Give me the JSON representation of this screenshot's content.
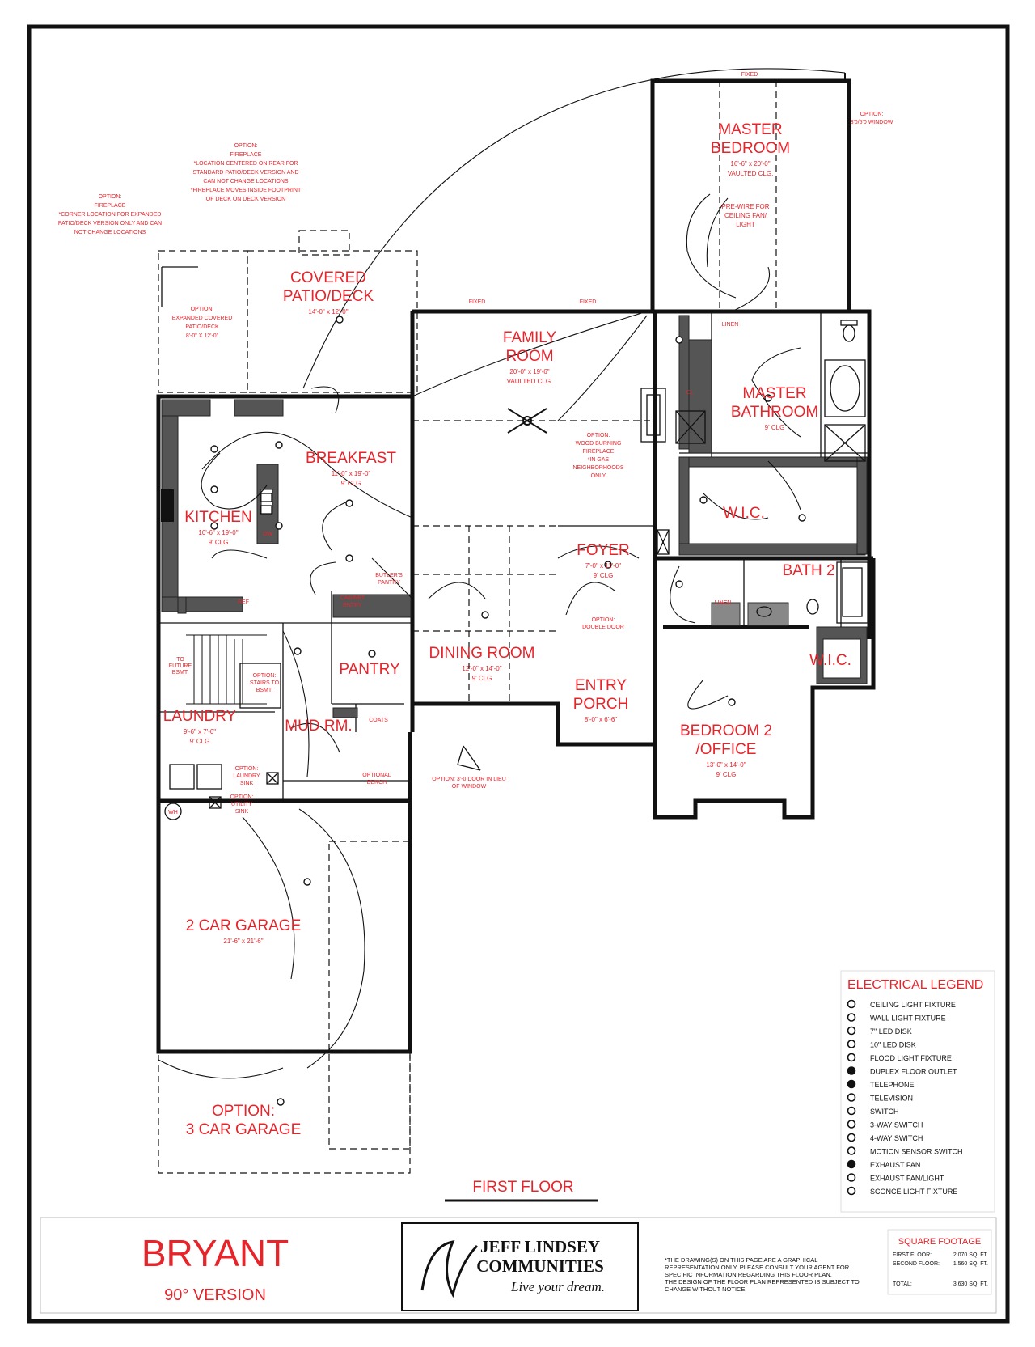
{
  "rooms": {
    "master_bedroom": {
      "name": "MASTER\nBEDROOM",
      "dims": "16'-6\" x 20'-0\"",
      "ceiling": "VAULTED CLG."
    },
    "prewire_note": "PRE-WIRE FOR\nCEILING FAN/\nLIGHT",
    "covered_patio": {
      "name": "COVERED\nPATIO/DECK",
      "dims": "14'-0\" x 12'-0\""
    },
    "family_room": {
      "name": "FAMILY\nROOM",
      "dims": "20'-0\" x 19'-6\"",
      "ceiling": "VAULTED CLG."
    },
    "master_bathroom": {
      "name": "MASTER\nBATHROOM",
      "ceiling": "9' CLG"
    },
    "breakfast": {
      "name": "BREAKFAST",
      "dims": "11'-0\" x 19'-0\"",
      "ceiling": "9' CLG"
    },
    "kitchen": {
      "name": "KITCHEN",
      "dims": "10'-6\" x 19'-0\"",
      "ceiling": "9' CLG"
    },
    "wic_master": {
      "name": "W.I.C."
    },
    "foyer": {
      "name": "FOYER",
      "dims": "7'-0\" x 11'-0\"",
      "ceiling": "9' CLG"
    },
    "bath2": {
      "name": "BATH 2"
    },
    "pantry": {
      "name": "PANTRY"
    },
    "dining_room": {
      "name": "DINING ROOM",
      "dims": "12'-0\" x 14'-0\"",
      "ceiling": "9' CLG"
    },
    "wic2": {
      "name": "W.I.C."
    },
    "entry_porch": {
      "name": "ENTRY\nPORCH",
      "dims": "8'-0\" x 6'-6\""
    },
    "laundry": {
      "name": "LAUNDRY",
      "dims": "9'-6\" x 7'-0\"",
      "ceiling": "9' CLG"
    },
    "mud_room": {
      "name": "MUD RM."
    },
    "bedroom2": {
      "name": "BEDROOM 2\n/OFFICE",
      "dims": "13'-0\" x 14'-0\"",
      "ceiling": "9' CLG"
    },
    "garage2": {
      "name": "2 CAR GARAGE",
      "dims": "21'-6\" x 21'-6\""
    },
    "garage3": {
      "name": "OPTION:\n3 CAR GARAGE"
    }
  },
  "options": {
    "fireplace_patio": "OPTION:\nFIREPLACE\n*LOCATION CENTERED ON REAR FOR\nSTANDARD PATIO/DECK VERSION AND\nCAN NOT CHANGE LOCATIONS\n*FIREPLACE MOVES INSIDE FOOTPRINT\nOF DECK ON DECK VERSION",
    "fireplace_corner": "OPTION:\nFIREPLACE\n*CORNER LOCATION FOR EXPANDED\nPATIO/DECK VERSION ONLY AND CAN\nNOT CHANGE LOCATIONS",
    "expanded_patio": "OPTION:\nEXPANDED COVERED\nPATIO/DECK\n8'-0\" X 12'-0\"",
    "window": "OPTION:\n3'0/5'0 WINDOW",
    "wood_fireplace": "OPTION:\nWOOD BURNING\nFIREPLACE\n*IN GAS\nNEIGHBORHOODS\nONLY",
    "double_door": "OPTION:\nDOUBLE DOOR",
    "stairs": "OPTION:\nSTAIRS TO\nBSMT.",
    "laundry_sink": "OPTION:\nLAUNDRY\nSINK",
    "utility_sink": "OPTION:\nUTILITY\nSINK",
    "bench": "OPTIONAL\nBENCH",
    "door_in_lieu": "OPTION: 3'-0 DOOR IN LIEU\nOF WINDOW"
  },
  "small_labels": {
    "fixed": "FIXED",
    "linen": "LINEN",
    "cl": "CL",
    "butlers_pantry": "BUTLER'S\nPANTRY",
    "cabinet_entry": "CABINET\nENTRY",
    "ref": "REF",
    "dw": "DW",
    "coats": "COATS",
    "to_future_bsmt": "TO\nFUTURE\nBSMT.",
    "wh": "WH"
  },
  "legend": {
    "title": "ELECTRICAL LEGEND",
    "items": [
      {
        "icon": "ceiling-light-icon",
        "label": "CEILING LIGHT FIXTURE"
      },
      {
        "icon": "wall-light-icon",
        "label": "WALL LIGHT FIXTURE"
      },
      {
        "icon": "led-disk-7-icon",
        "label": "7\" LED DISK"
      },
      {
        "icon": "led-disk-10-icon",
        "label": "10\" LED DISK"
      },
      {
        "icon": "flood-light-icon",
        "label": "FLOOD LIGHT FIXTURE"
      },
      {
        "icon": "duplex-outlet-icon",
        "label": "DUPLEX FLOOR OUTLET"
      },
      {
        "icon": "telephone-icon",
        "label": "TELEPHONE"
      },
      {
        "icon": "television-icon",
        "label": "TELEVISION"
      },
      {
        "icon": "switch-icon",
        "label": "SWITCH"
      },
      {
        "icon": "three-way-switch-icon",
        "label": "3-WAY SWITCH"
      },
      {
        "icon": "four-way-switch-icon",
        "label": "4-WAY SWITCH"
      },
      {
        "icon": "motion-switch-icon",
        "label": "MOTION SENSOR SWITCH"
      },
      {
        "icon": "exhaust-fan-icon",
        "label": "EXHAUST FAN"
      },
      {
        "icon": "exhaust-fanlight-icon",
        "label": "EXHAUST FAN/LIGHT"
      },
      {
        "icon": "sconce-icon",
        "label": "SCONCE LIGHT FIXTURE"
      }
    ]
  },
  "floor_label": "FIRST FLOOR",
  "title_block": {
    "model": "BRYANT",
    "version": "90° VERSION",
    "company_line1": "JEFF LINDSEY",
    "company_line2": "COMMUNITIES",
    "tagline": "Live your dream.",
    "disclaimer": "*THE DRAWING(S) ON THIS PAGE ARE A GRAPHICAL\nREPRESENTATION ONLY. PLEASE CONSULT YOUR AGENT FOR\nSPECIFIC INFORMATION REGARDING THIS FLOOR PLAN.\nTHE DESIGN OF THE FLOOR PLAN REPRESENTED IS SUBJECT TO\nCHANGE WITHOUT NOTICE.",
    "sqft": {
      "title": "SQUARE FOOTAGE",
      "rows": [
        {
          "label": "FIRST FLOOR:",
          "value": "2,070 SQ. FT."
        },
        {
          "label": "SECOND FLOOR:",
          "value": "1,560 SQ. FT."
        },
        {
          "label": "TOTAL:",
          "value": "3,630 SQ. FT."
        }
      ]
    }
  }
}
